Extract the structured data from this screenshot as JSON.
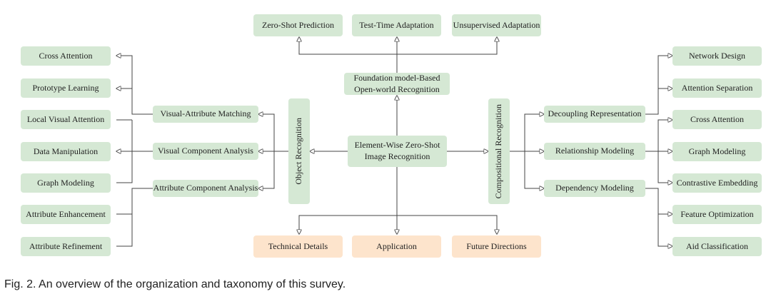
{
  "center": "Element-Wise Zero-Shot\nImage Recognition",
  "foundation": "Foundation model-Based\nOpen-world Recognition",
  "top": [
    "Zero-Shot Prediction",
    "Test-Time Adaptation",
    "Unsupervised Adaptation"
  ],
  "bottom": [
    "Technical Details",
    "Application",
    "Future Directions"
  ],
  "object_recognition": "Object Recognition",
  "compositional_recognition": "Compositional Recognition",
  "left_mid": [
    "Visual-Attribute Matching",
    "Visual Component Analysis",
    "Attribute Component Analysis"
  ],
  "left_leaves": [
    "Cross Attention",
    "Prototype Learning",
    "Local Visual Attention",
    "Data Manipulation",
    "Graph Modeling",
    "Attribute Enhancement",
    "Attribute Refinement"
  ],
  "right_mid": [
    "Decoupling Representation",
    "Relationship Modeling",
    "Dependency Modeling"
  ],
  "right_leaves": [
    "Network Design",
    "Attention Separation",
    "Cross Attention",
    "Graph Modeling",
    "Contrastive Embedding",
    "Feature Optimization",
    "Aid Classification"
  ],
  "caption": "Fig. 2. An overview of the organization and taxonomy of this survey.",
  "colors": {
    "green": "#d5e8d4",
    "orange": "#fde4cc",
    "line": "#444444"
  }
}
